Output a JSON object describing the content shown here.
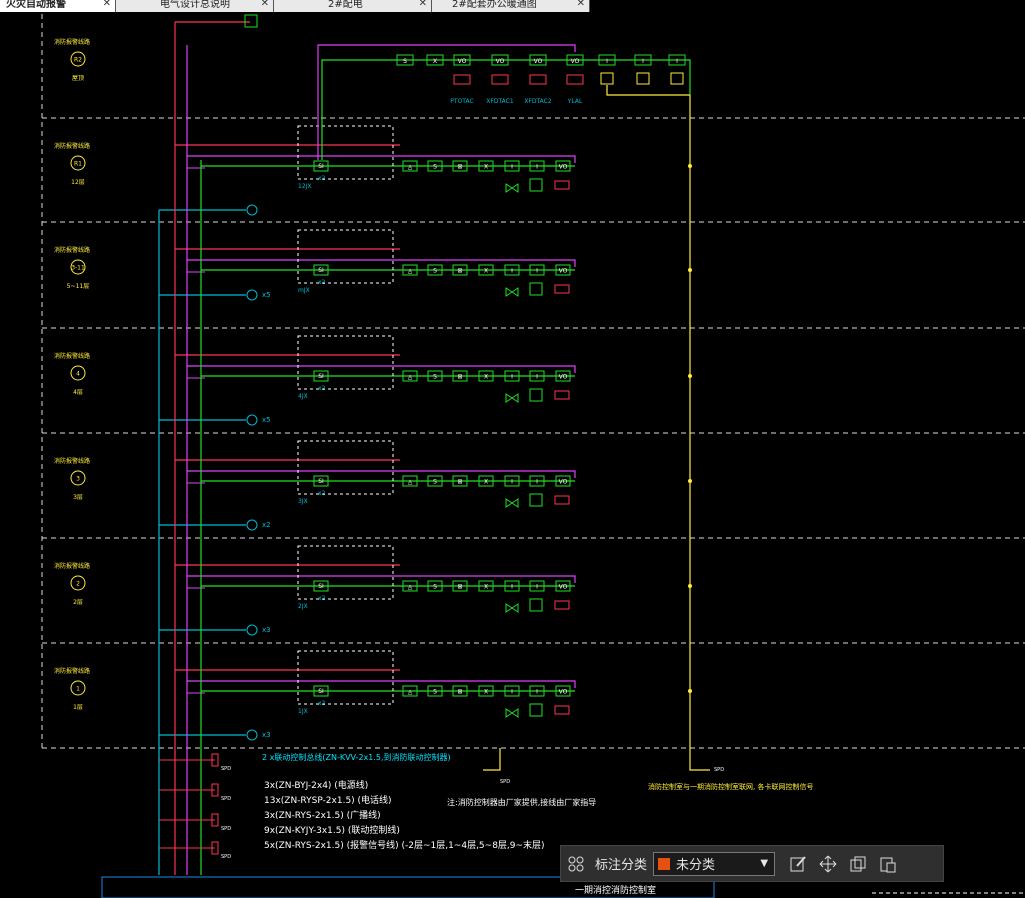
{
  "tabs": [
    {
      "label": "火灾自动报警",
      "active": true
    },
    {
      "label": "电气设计总说明",
      "active": false
    },
    {
      "label": "2#配电",
      "active": false
    },
    {
      "label": "2#配套办公暖通图",
      "active": false
    }
  ],
  "floors": [
    {
      "code": "R2",
      "name": "屋顶",
      "panel": "",
      "qty": ""
    },
    {
      "code": "R1",
      "name": "12层",
      "panel": "12JX",
      "qty": "x2"
    },
    {
      "code": "3-11",
      "name": "5~11层",
      "panel": "mJX",
      "qty": "x2"
    },
    {
      "code": "4",
      "name": "4层",
      "panel": "4JX",
      "qty": "x2"
    },
    {
      "code": "3",
      "name": "3层",
      "panel": "3JX",
      "qty": "x2"
    },
    {
      "code": "2",
      "name": "2层",
      "panel": "2JX",
      "qty": "x2"
    },
    {
      "code": "1",
      "name": "1层",
      "panel": "1JX",
      "qty": "x2"
    }
  ],
  "floor_tag": "消防报警线路",
  "terminals": [
    "x5",
    "",
    "x5",
    "x5",
    "x2",
    "x3",
    "x3"
  ],
  "roof_labels": [
    "PTOTAC",
    "XFDTAC1",
    "XFDTAC2",
    "YLAL"
  ],
  "bottom_notes": {
    "header": "2 x联动控制总线(ZN-KVV-2x1.5,到消防联动控制器)",
    "cables": [
      "3x(ZN-BYJ-2x4) (电源线)",
      "13x(ZN-RYSP-2x1.5) (电话线)",
      "3x(ZN-RYS-2x1.5) (广播线)",
      "9x(ZN-KYJY-3x1.5) (联动控制线)",
      "5x(ZN-RYS-2x1.5) (报警信号线) (-2层~1层,1~4层,5~8层,9~末层)"
    ],
    "note_center": "注:消防控制器由厂家提供,接线由厂家指导",
    "note_right": "消防控制室与一期消防控制室联网, 各卡联网控制信号",
    "room": "一期消控消防控制室",
    "spd": "SPD"
  },
  "toolbar": {
    "label": "标注分类",
    "selected": "未分类",
    "swatch_color": "#e8500f"
  }
}
